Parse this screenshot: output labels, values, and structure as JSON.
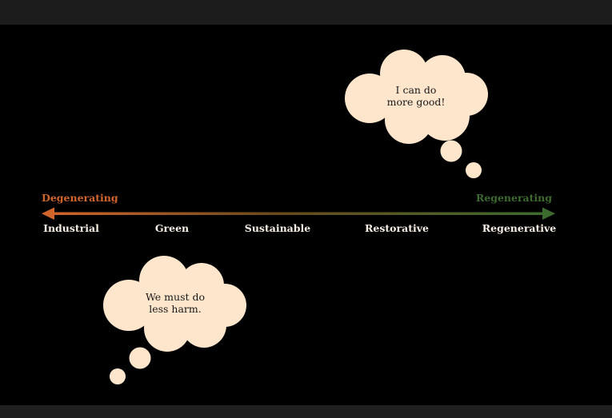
{
  "colors": {
    "background": "#000000",
    "degenerating": "#d2652b",
    "regenerating": "#3d6b2f",
    "label": "#f7efe3",
    "cloud": "#fde6cc",
    "cloud_text": "#1a1a1a"
  },
  "scale": {
    "left_end": "Degenerating",
    "right_end": "Regenerating",
    "stages": [
      "Industrial",
      "Green",
      "Sustainable",
      "Restorative",
      "Regenerative"
    ]
  },
  "thoughts": {
    "top_right": {
      "line1": "I can do",
      "line2": "more good!"
    },
    "bottom_left": {
      "line1": "We must do",
      "line2": "less harm."
    }
  }
}
